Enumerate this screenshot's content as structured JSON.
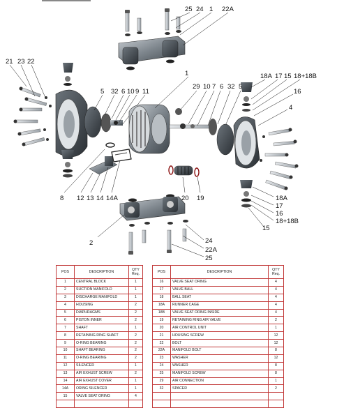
{
  "callouts": {
    "top": [
      "25",
      "24",
      "1",
      "22A"
    ],
    "left": [
      "21",
      "23",
      "22"
    ],
    "p1": "1",
    "center_left": [
      "5",
      "32",
      "6",
      "10",
      "9",
      "11"
    ],
    "center_right": [
      "29",
      "10",
      "7",
      "6",
      "32",
      "5"
    ],
    "right_top": [
      "18A",
      "17",
      "15",
      "18+18B"
    ],
    "r16": "16",
    "r4": "4",
    "bottom_left": [
      "8",
      "12",
      "13",
      "14",
      "14A"
    ],
    "mid_bottom": [
      "20",
      "19"
    ],
    "right_bottom": [
      "18A",
      "17",
      "16",
      "18+18B",
      "15"
    ],
    "b2": "2",
    "bottom_right": [
      "24",
      "22A",
      "25"
    ]
  },
  "table": {
    "headers": {
      "pos": "POS",
      "description": "DESCRIPTION",
      "qty": "QTY Req."
    },
    "left": [
      {
        "pos": "1",
        "description": "CENTRAL BLOCK",
        "qty": "1"
      },
      {
        "pos": "2",
        "description": "SUCTION MANIFOLD",
        "qty": "1"
      },
      {
        "pos": "3",
        "description": "DISCHARGE MANIFOLD",
        "qty": "1"
      },
      {
        "pos": "4",
        "description": "HOUSING",
        "qty": "2"
      },
      {
        "pos": "5",
        "description": "DIAPHRAGMS",
        "qty": "2"
      },
      {
        "pos": "6",
        "description": "PISTON INNER",
        "qty": "2"
      },
      {
        "pos": "7",
        "description": "SHAFT",
        "qty": "1"
      },
      {
        "pos": "8",
        "description": "RETAINING RING SHAFT",
        "qty": "2"
      },
      {
        "pos": "9",
        "description": "O-RING BEARING",
        "qty": "2"
      },
      {
        "pos": "10",
        "description": "SHAFT BEARING",
        "qty": "2"
      },
      {
        "pos": "11",
        "description": "O-RING BEARING",
        "qty": "2"
      },
      {
        "pos": "12",
        "description": "SILENCER",
        "qty": "1"
      },
      {
        "pos": "13",
        "description": "AIR EXHUST SCREW",
        "qty": "2"
      },
      {
        "pos": "14",
        "description": "AIR EXHUST COVER",
        "qty": "1"
      },
      {
        "pos": "14A",
        "description": "ORING SILENCER",
        "qty": "1"
      },
      {
        "pos": "15",
        "description": "VALVE SEAT ORING",
        "qty": "4"
      },
      {
        "pos": "",
        "description": "",
        "qty": ""
      }
    ],
    "right": [
      {
        "pos": "16",
        "description": "VALVE SEAT ORING",
        "qty": "4"
      },
      {
        "pos": "17",
        "description": "VALVE BALL",
        "qty": "4"
      },
      {
        "pos": "18",
        "description": "BALL SEAT",
        "qty": "4"
      },
      {
        "pos": "18A",
        "description": "RUNNER CAGE",
        "qty": "4"
      },
      {
        "pos": "18B",
        "description": "VALVE SEAT ORING INSIDE",
        "qty": "4"
      },
      {
        "pos": "19",
        "description": "RETAINING RING AIR VALVE",
        "qty": "2"
      },
      {
        "pos": "20",
        "description": "AIR CONTROL UNIT",
        "qty": "1"
      },
      {
        "pos": "21",
        "description": "HOUSING SCREW",
        "qty": "12"
      },
      {
        "pos": "22",
        "description": "BOLT",
        "qty": "12"
      },
      {
        "pos": "22A",
        "description": "MANIFOLD BOLT",
        "qty": "8"
      },
      {
        "pos": "23",
        "description": "WASHER",
        "qty": "12"
      },
      {
        "pos": "24",
        "description": "WASHER",
        "qty": "8"
      },
      {
        "pos": "25",
        "description": "MANIFOLD SCREW",
        "qty": "8"
      },
      {
        "pos": "29",
        "description": "AIR CONNECTION",
        "qty": "1"
      },
      {
        "pos": "32",
        "description": "SPACER",
        "qty": "2"
      },
      {
        "pos": "",
        "description": "",
        "qty": ""
      },
      {
        "pos": "",
        "description": "",
        "qty": ""
      }
    ]
  }
}
